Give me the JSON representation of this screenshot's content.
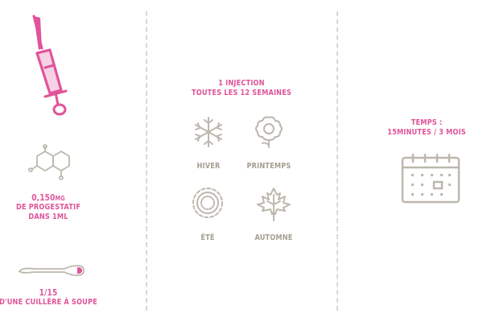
{
  "colors": {
    "pink": "#e0549a",
    "grey": "#bdb8ad",
    "text_grey": "#a49f93",
    "divider": "#d9d9d9"
  },
  "left": {
    "syringe_icon": "syringe-icon",
    "molecule_icon": "molecule-icon",
    "dose": {
      "amount": "0,150",
      "unit": "MG",
      "line2": "DE PROGESTATIF",
      "line3": "DANS 1ML"
    },
    "spoon_icon": "spoon-icon",
    "spoon": {
      "fraction": "1/15",
      "label": "D'UNE CUILLÈRE À SOUPE"
    }
  },
  "middle": {
    "title_line1": "1 INJECTION",
    "title_line2": "TOUTES LES 12 SEMAINES",
    "seasons": [
      {
        "label": "HIVER",
        "icon": "snowflake-icon"
      },
      {
        "label": "PRINTEMPS",
        "icon": "flower-icon"
      },
      {
        "label": "ÉTÉ",
        "icon": "sun-icon"
      },
      {
        "label": "AUTOMNE",
        "icon": "maple-leaf-icon"
      }
    ]
  },
  "right": {
    "title_line1": "TEMPS :",
    "title_line2": "15MINUTES / 3 MOIS",
    "calendar_icon": "calendar-icon"
  }
}
